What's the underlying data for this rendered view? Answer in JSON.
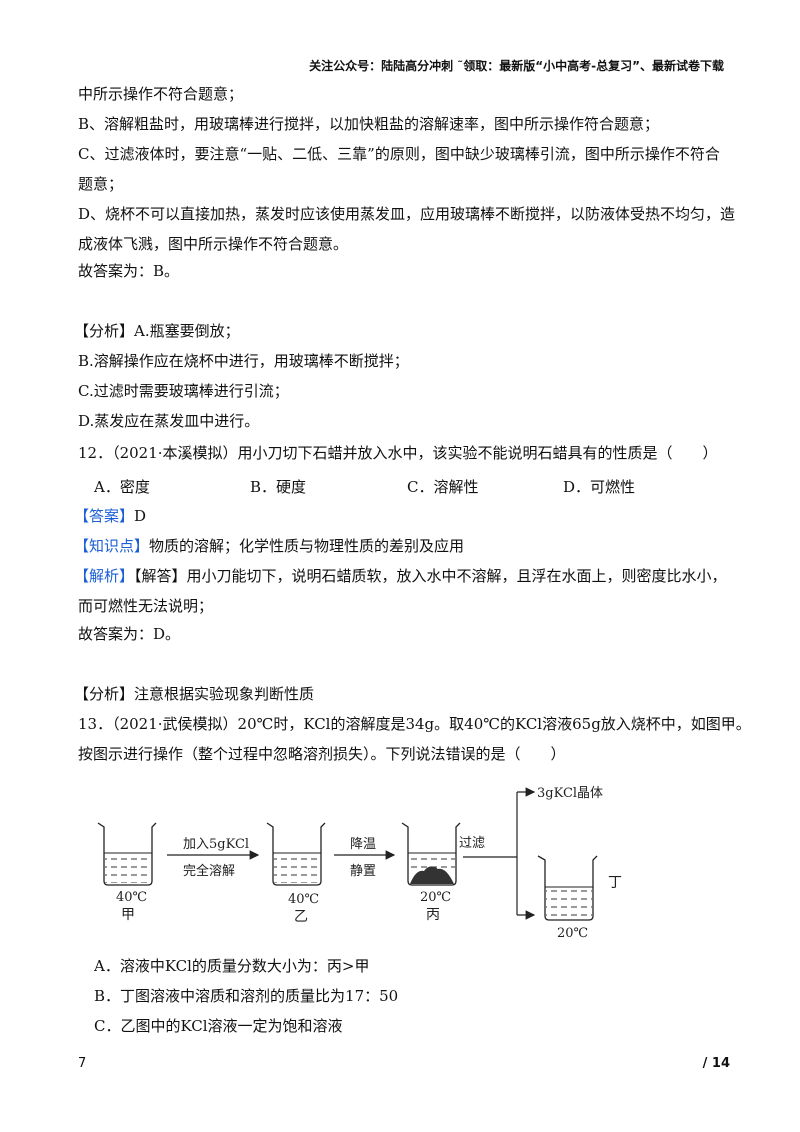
{
  "header": {
    "promo": "关注公众号：陆陆高分冲刺  ˜领取：最新版“小中高考-总复习”、最新试卷下载"
  },
  "q11_tail": {
    "line1": "中所示操作不符合题意；",
    "b": "B、溶解粗盐时，用玻璃棒进行搅拌，以加快粗盐的溶解速率，图中所示操作符合题意；",
    "c1": "C、过滤液体时，要注意“一贴、二低、三靠”的原则，图中缺少玻璃棒引流，图中所示操作不符合",
    "c2": "题意；",
    "d1": "D、烧杯不可以直接加热，蒸发时应该使用蒸发皿，应用玻璃棒不断搅拌，以防液体受热不均匀，造",
    "d2": "成液体飞溅，图中所示操作不符合题意。",
    "answer": "故答案为：B。",
    "analysis_label": "【分析】",
    "analysis_a": "A.瓶塞要倒放；",
    "analysis_b": "B.溶解操作应在烧杯中进行，用玻璃棒不断搅拌；",
    "analysis_c": "C.过滤时需要玻璃棒进行引流；",
    "analysis_d": "D.蒸发应在蒸发皿中进行。"
  },
  "q12": {
    "stem": "12．（2021·本溪模拟）用小刀切下石蜡并放入水中，该实验不能说明石蜡具有的性质是（　　）",
    "options": [
      {
        "label": "A．密度"
      },
      {
        "label": "B．硬度"
      },
      {
        "label": "C．溶解性"
      },
      {
        "label": "D．可燃性"
      }
    ],
    "answer_label": "【答案】",
    "answer_value": "D",
    "knowledge_label": "【知识点】",
    "knowledge_value": "物质的溶解；化学性质与物理性质的差别及应用",
    "explain_label": "【解析】",
    "explain_line1": "【解答】用小刀能切下，说明石蜡质软，放入水中不溶解，且浮在水面上，则密度比水小，",
    "explain_line2": "而可燃性无法说明；",
    "final": "故答案为：D。",
    "analysis_label": "【分析】",
    "analysis_value": "注意根据实验现象判断性质"
  },
  "q13": {
    "stem1": "13．（2021·武侯模拟）20℃时，KCl的溶解度是34g。取40℃的KCl溶液65g放入烧杯中，如图甲。",
    "stem2": "按图示进行操作（整个过程中忽略溶剂损失）。下列说法错误的是（　　）",
    "diagram": {
      "step1_top": "加入5gKCl",
      "step1_bottom": "完全溶解",
      "step2_top": "降温",
      "step2_bottom": "静置",
      "step3": "过滤",
      "crystal": "3gKCl晶体",
      "beaker_jia_temp": "40℃",
      "beaker_jia_name": "甲",
      "beaker_yi_temp": "40℃",
      "beaker_yi_name": "乙",
      "beaker_bing_temp": "20℃",
      "beaker_bing_name": "丙",
      "beaker_ding_temp": "20℃",
      "beaker_ding_name": "丁"
    },
    "options": [
      {
        "label": "A．溶液中KCl的质量分数大小为：丙>甲"
      },
      {
        "label": "B．丁图溶液中溶质和溶剂的质量比为17：50"
      },
      {
        "label": "C．乙图中的KCl溶液一定为饱和溶液"
      }
    ]
  },
  "footer": {
    "page_current": "7",
    "page_total": "/ 14"
  }
}
